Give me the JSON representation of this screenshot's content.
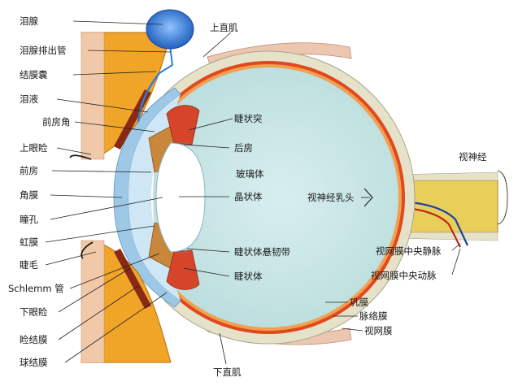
{
  "labels": {
    "lacrimal_gland": "泪腺",
    "lacrimal_duct": "泪腺排出管",
    "conjunctival_sac": "结膜囊",
    "tears": "泪液",
    "anterior_angle": "前房角",
    "upper_eyelid": "上眼睑",
    "anterior_chamber": "前房",
    "cornea": "角膜",
    "pupil": "瞳孔",
    "iris": "虹膜",
    "eyelash": "睫毛",
    "schlemm": "Schlemm 管",
    "lower_eyelid": "下眼睑",
    "palpebral_conj": "睑结膜",
    "bulbar_conj": "球结膜",
    "superior_rectus": "上直肌",
    "ciliary_process": "睫状突",
    "posterior_chamber": "后房",
    "vitreous": "玻璃体",
    "lens": "晶状体",
    "zonule": "睫状体悬韧带",
    "ciliary_body": "睫状体",
    "optic_disc": "视神经乳头",
    "optic_nerve": "视神经",
    "central_vein": "视网膜中央静脉",
    "central_artery": "视网膜中央动脉",
    "sclera": "巩膜",
    "choroid": "脉络膜",
    "retina": "视网膜",
    "inferior_rectus": "下直肌"
  },
  "colors": {
    "vitreous": "#c8e6e6",
    "sclera": "#e6e2c9",
    "choroid": "#e0481e",
    "retina": "#f0a050",
    "cornea": "#9ec9e6",
    "gland": "#2f7fd6",
    "lid": "#f0a428",
    "muscle": "#e7b9a0",
    "nerve": "#e6c94a"
  }
}
